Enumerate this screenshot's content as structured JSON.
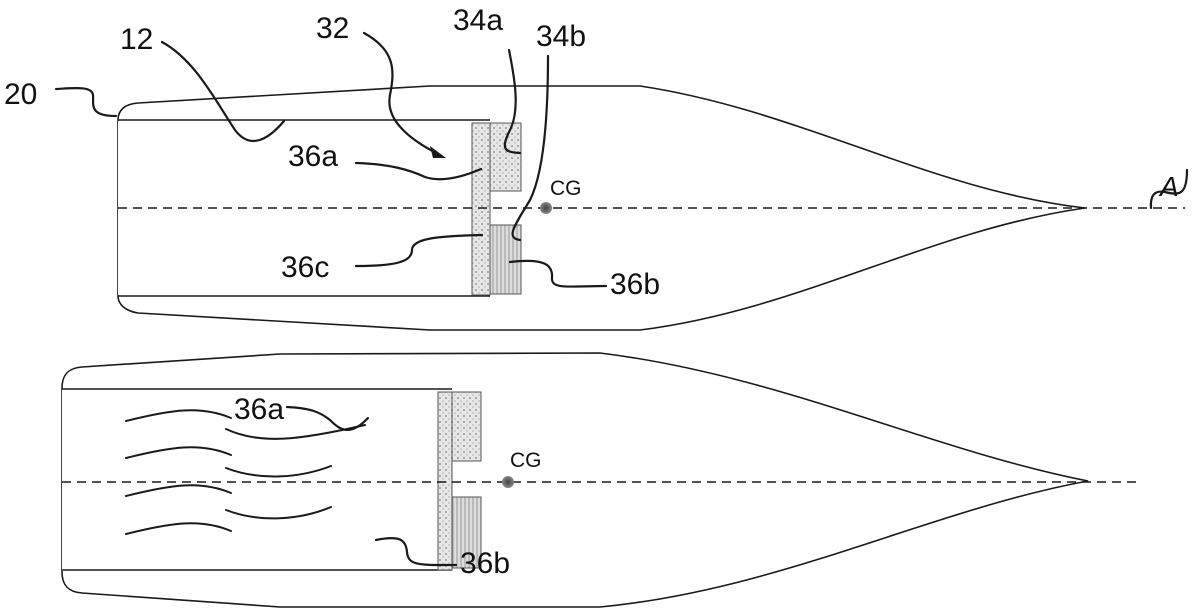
{
  "figure": {
    "top_view": {
      "labels": {
        "ref_20": "20",
        "ref_12": "12",
        "ref_32": "32",
        "ref_34a": "34a",
        "ref_34b": "34b",
        "ref_36a": "36a",
        "ref_36b": "36b",
        "ref_36c": "36c",
        "cg": "CG",
        "axis": "A"
      }
    },
    "bottom_view": {
      "labels": {
        "ref_36a": "36a",
        "ref_36b": "36b",
        "cg": "CG"
      }
    },
    "colors": {
      "line": "#1a1a1a",
      "fill_stipple": "#d9d9d9",
      "cg_dot": "#666666"
    }
  }
}
